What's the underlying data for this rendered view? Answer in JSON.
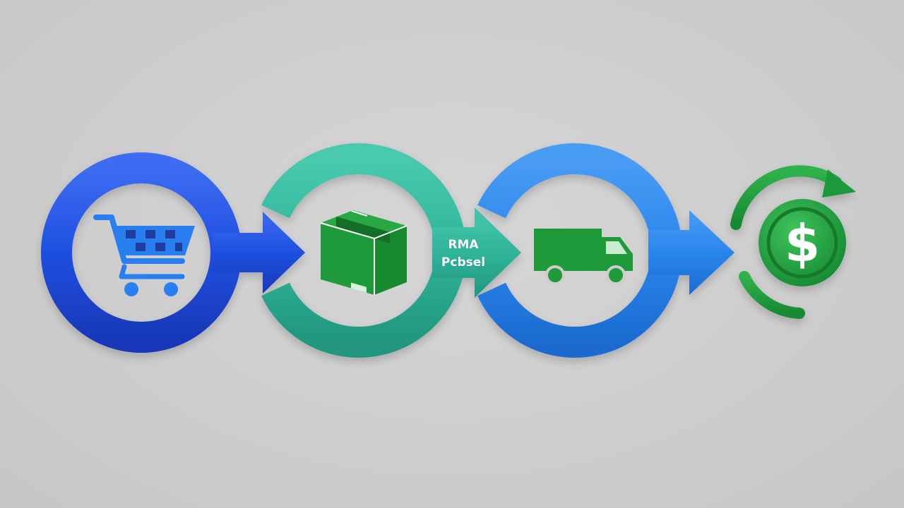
{
  "diagram": {
    "stages": [
      {
        "name": "shopping-cart",
        "icon": "shopping-cart-icon"
      },
      {
        "name": "package",
        "icon": "package-box-icon"
      },
      {
        "name": "delivery",
        "icon": "delivery-truck-icon"
      },
      {
        "name": "refund",
        "icon": "dollar-refund-icon"
      }
    ],
    "arrow_label_line1": "RMA",
    "arrow_label_line2": "Pcbsel"
  },
  "colors": {
    "background": "#cdcdcd",
    "ring_blue": "#1f4fe0",
    "ring_teal": "#2fb59a",
    "ring_sky": "#2a86ec",
    "icon_green": "#1e9a3a",
    "cart_blue": "#2a7ff0"
  }
}
